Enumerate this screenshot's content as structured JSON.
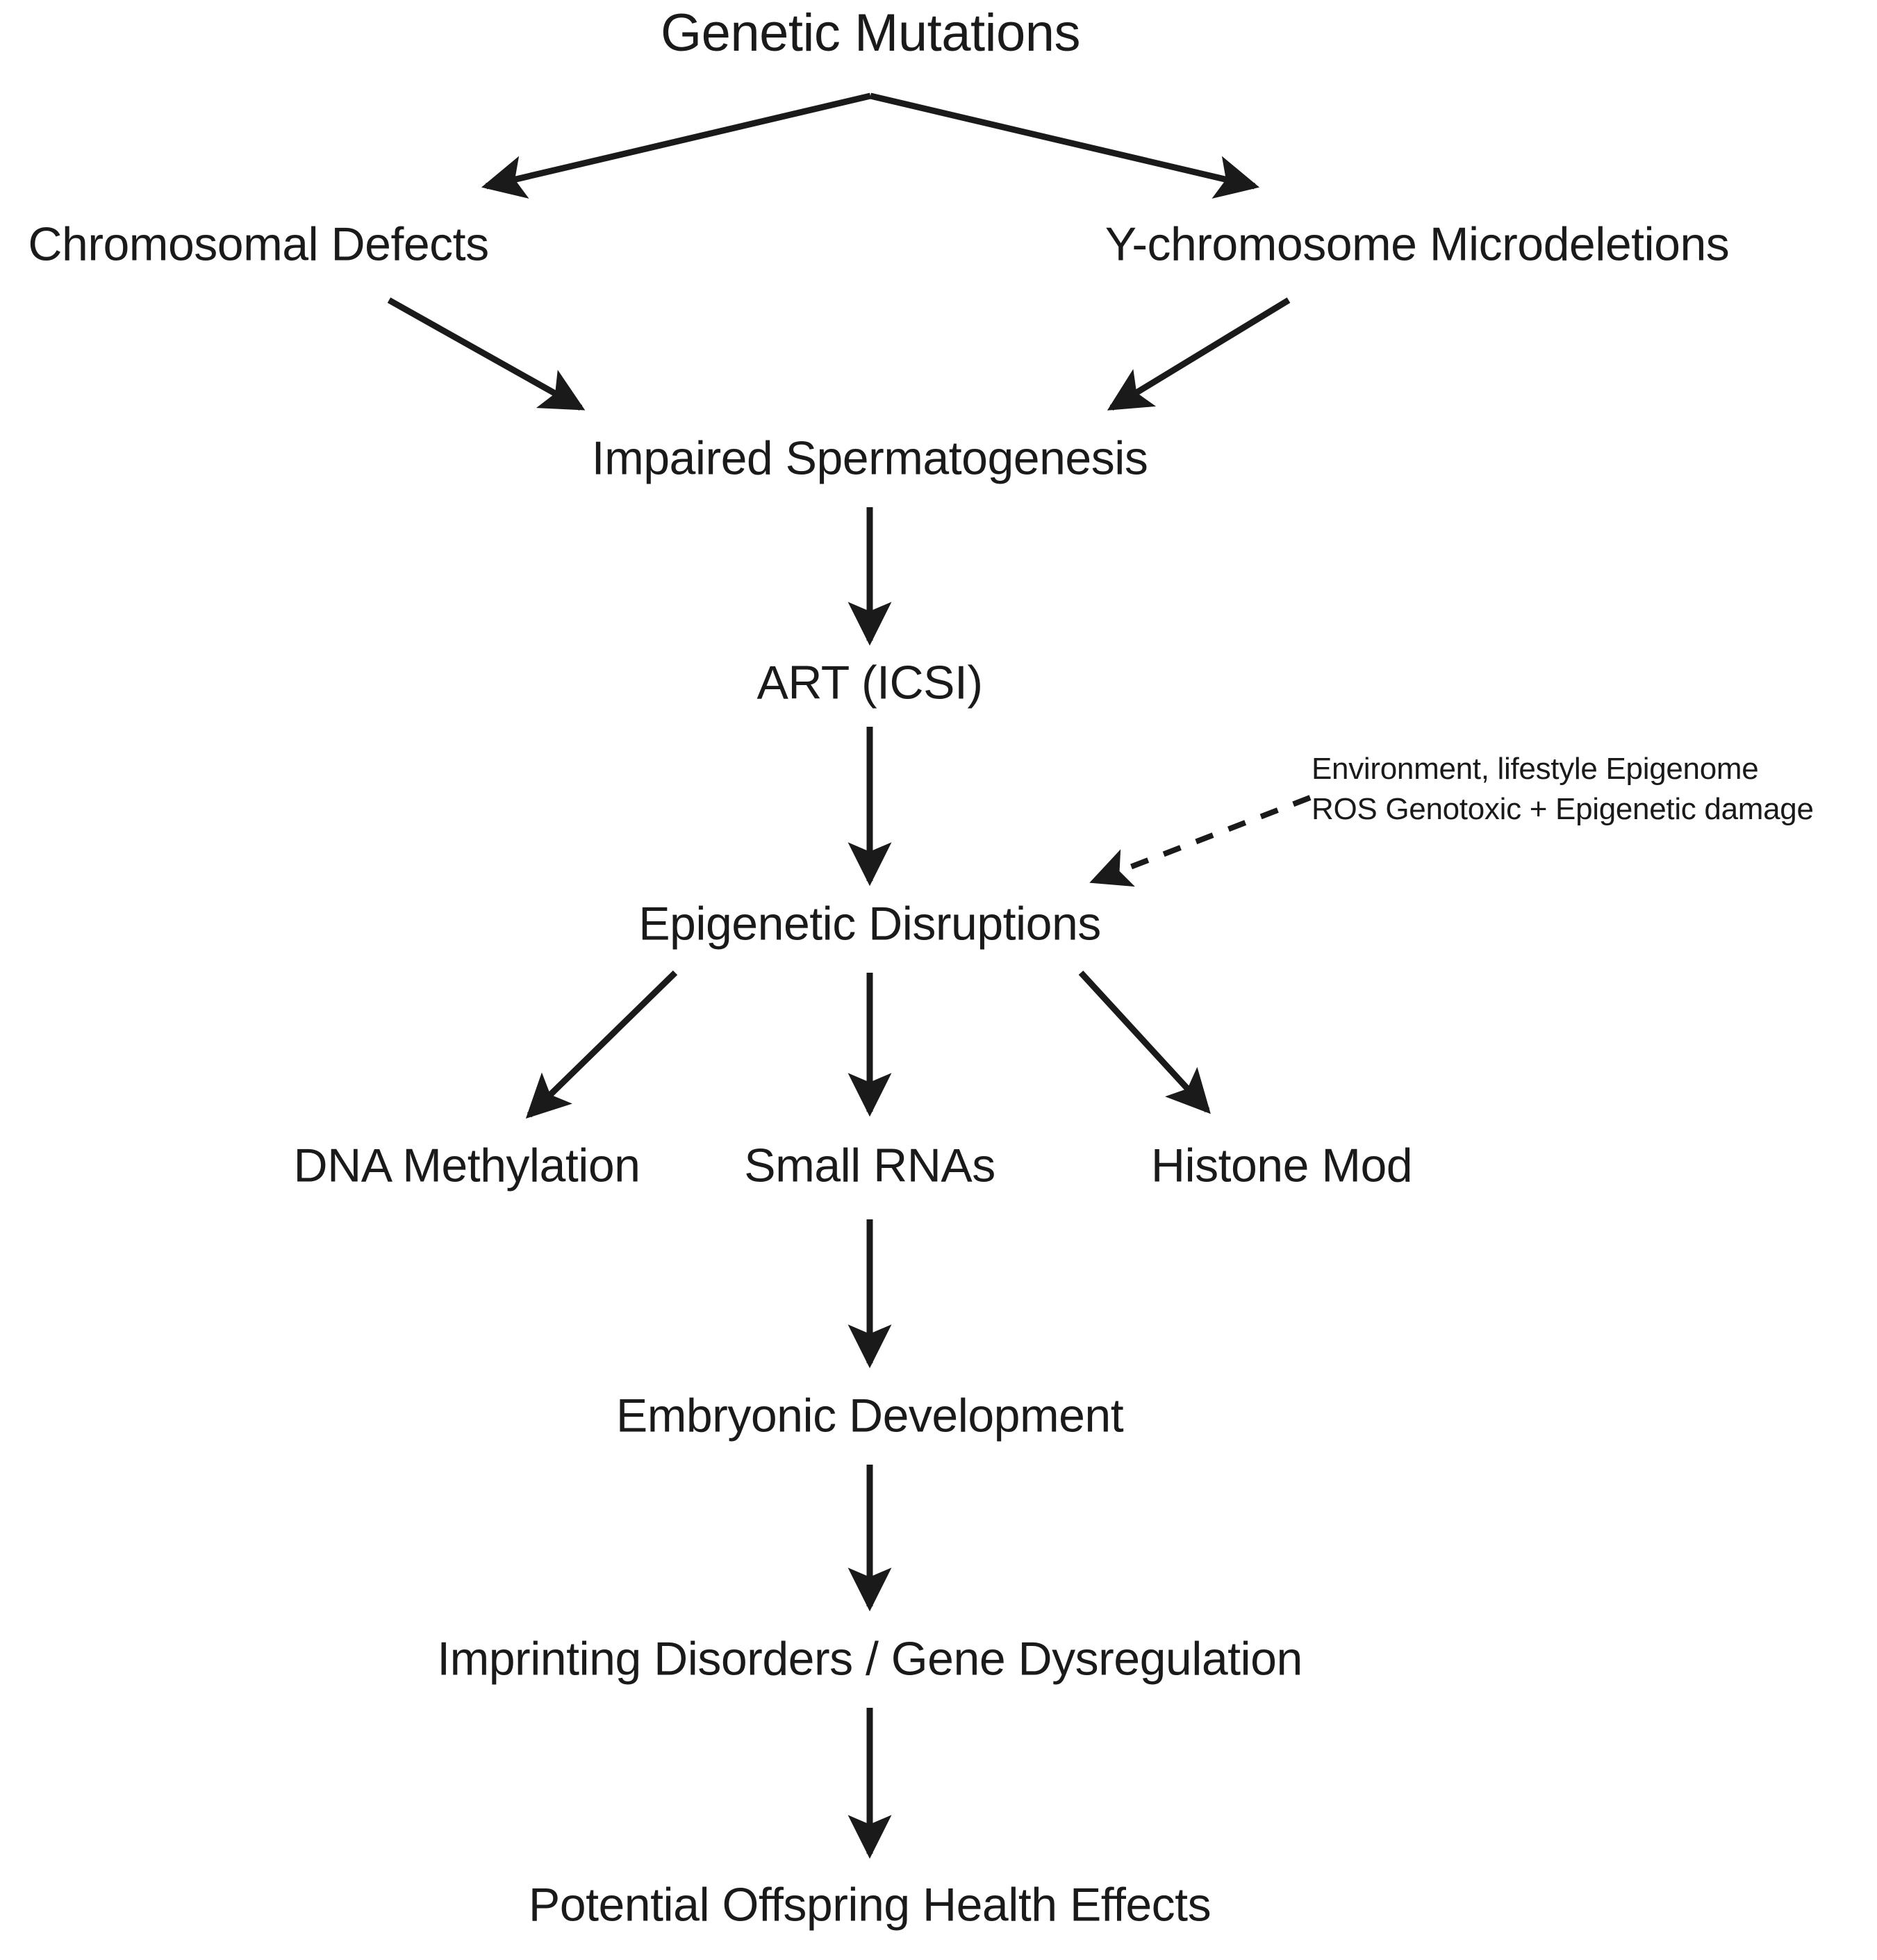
{
  "diagram": {
    "title": "Genetic Mutations",
    "background_color": "#ffffff",
    "ink_color": "#1a1a1a",
    "nodes": [
      {
        "id": "genetic-mutations",
        "label": "Genetic Mutations"
      },
      {
        "id": "chromosomal-defects",
        "label": "Chromosomal Defects"
      },
      {
        "id": "y-chromosome-microdeletions",
        "label": "Y-chromosome Microdeletions"
      },
      {
        "id": "impaired-spermatogenesis",
        "label": "Impaired Spermatogenesis"
      },
      {
        "id": "art-icsi",
        "label": "ART (ICSI)"
      },
      {
        "id": "epigenetic-disruptions",
        "label": "Epigenetic Disruptions"
      },
      {
        "id": "dna-methylation",
        "label": "DNA Methylation"
      },
      {
        "id": "small-rnas",
        "label": "Small RNAs"
      },
      {
        "id": "histone-mod",
        "label": "Histone Mod"
      },
      {
        "id": "embryonic-development",
        "label": "Embryonic Development"
      },
      {
        "id": "imprinting-disorders",
        "label": "Imprinting Disorders / Gene Dysregulation"
      },
      {
        "id": "potential-offspring-health-effects",
        "label": "Potential Offspring Health Effects"
      }
    ],
    "annotation": {
      "line1": "Environment, lifestyle  Epigenome",
      "line2": "ROS Genotoxic + Epigenetic damage"
    },
    "edges": [
      {
        "from": "genetic-mutations",
        "to": "chromosomal-defects",
        "style": "solid"
      },
      {
        "from": "genetic-mutations",
        "to": "y-chromosome-microdeletions",
        "style": "solid"
      },
      {
        "from": "chromosomal-defects",
        "to": "impaired-spermatogenesis",
        "style": "solid"
      },
      {
        "from": "y-chromosome-microdeletions",
        "to": "impaired-spermatogenesis",
        "style": "solid"
      },
      {
        "from": "impaired-spermatogenesis",
        "to": "art-icsi",
        "style": "solid"
      },
      {
        "from": "art-icsi",
        "to": "epigenetic-disruptions",
        "style": "solid"
      },
      {
        "from": "annotation",
        "to": "epigenetic-disruptions",
        "style": "dashed"
      },
      {
        "from": "epigenetic-disruptions",
        "to": "dna-methylation",
        "style": "solid"
      },
      {
        "from": "epigenetic-disruptions",
        "to": "small-rnas",
        "style": "solid"
      },
      {
        "from": "epigenetic-disruptions",
        "to": "histone-mod",
        "style": "solid"
      },
      {
        "from": "small-rnas",
        "to": "embryonic-development",
        "style": "solid"
      },
      {
        "from": "embryonic-development",
        "to": "imprinting-disorders",
        "style": "solid"
      },
      {
        "from": "imprinting-disorders",
        "to": "potential-offspring-health-effects",
        "style": "solid"
      }
    ]
  }
}
